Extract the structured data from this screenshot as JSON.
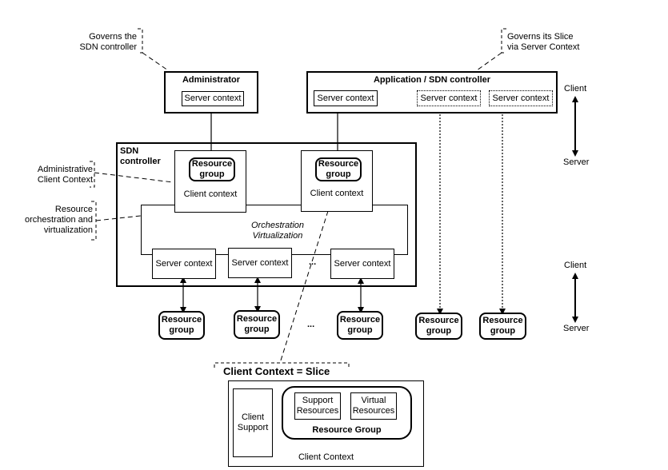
{
  "annotations": {
    "governs_sdn": [
      "Governs the",
      "SDN controller"
    ],
    "governs_slice": [
      "Governs its Slice",
      "via Server Context"
    ],
    "admin_client_ctx": [
      "Administrative",
      "Client Context"
    ],
    "resource_orch": [
      "Resource",
      "orchestration and",
      "virtualization"
    ]
  },
  "administrator": {
    "title": "Administrator",
    "server_context": "Server context"
  },
  "application": {
    "title": "Application / SDN controller",
    "server_contexts": [
      "Server context",
      "Server context",
      "Server context"
    ]
  },
  "sdn_controller": {
    "title": [
      "SDN",
      "controller"
    ],
    "client_contexts": [
      {
        "group": [
          "Resource",
          "group"
        ],
        "label": "Client context"
      },
      {
        "group": [
          "Resource",
          "group"
        ],
        "label": "Client context"
      }
    ],
    "orchestration": [
      "Orchestration",
      "Virtualization"
    ],
    "server_contexts": [
      "Server context",
      "Server context",
      "Server context"
    ],
    "ellipsis": "..."
  },
  "resource_groups_bottom": [
    [
      "Resource",
      "group"
    ],
    [
      "Resource",
      "group"
    ],
    [
      "Resource",
      "group"
    ],
    [
      "Resource",
      "group"
    ],
    [
      "Resource",
      "group"
    ]
  ],
  "bottom_ellipsis": "...",
  "client_server_labels": {
    "top": {
      "client": "Client",
      "server": "Server"
    },
    "bottom": {
      "client": "Client",
      "server": "Server"
    }
  },
  "slice": {
    "heading": "Client Context = Slice",
    "client_support": [
      "Client",
      "Support"
    ],
    "support_resources": [
      "Support",
      "Resources"
    ],
    "virtual_resources": [
      "Virtual",
      "Resources"
    ],
    "resource_group_label": "Resource Group",
    "footer": "Client Context"
  }
}
